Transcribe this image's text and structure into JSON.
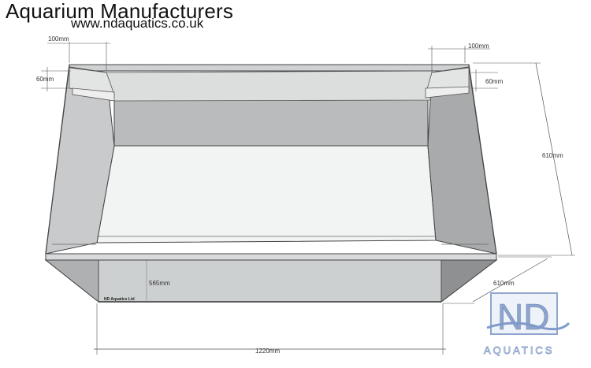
{
  "header": {
    "title": "Aquarium Manufacturers",
    "url": "www.ndaquatics.co.uk"
  },
  "dimensions": {
    "rear_left_brace": "100mm",
    "rear_right_brace": "100mm",
    "left_brace_depth": "60mm",
    "right_brace_depth": "60mm",
    "height": "610mm",
    "depth": "610mm",
    "inner_depth": "565mm",
    "length": "1220mm"
  },
  "tank": {
    "maker_mark": "ND Aquatics Ltd"
  },
  "logo": {
    "letters": "ND",
    "word": "AQUATICS",
    "color": "#7f9ac8"
  }
}
